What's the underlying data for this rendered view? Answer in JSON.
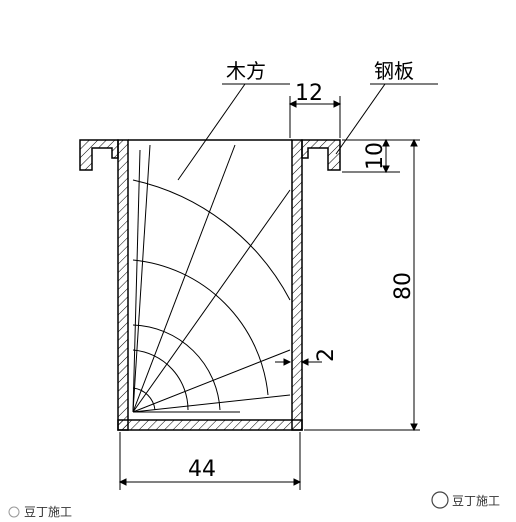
{
  "labels": {
    "wood": "木方",
    "steel_plate": "钢板"
  },
  "dimensions": {
    "top_gap": "12",
    "lip_height": "10",
    "total_height": "80",
    "wall_thickness": "2",
    "inner_width": "44"
  },
  "watermark": {
    "left": "豆丁施工",
    "right": "豆丁施工"
  },
  "colors": {
    "line": "#000000",
    "background": "#ffffff"
  }
}
